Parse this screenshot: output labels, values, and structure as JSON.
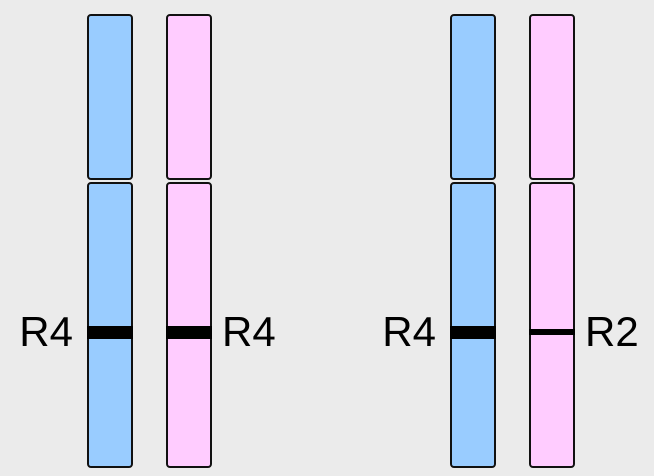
{
  "colors": {
    "background": "#ebebeb",
    "chromosome_a": "#99ccff",
    "chromosome_b": "#ffccff",
    "outline": "#111111",
    "band": "#000000"
  },
  "pairs": [
    {
      "left": {
        "color": "chromosome_a",
        "label": "R4"
      },
      "right": {
        "color": "chromosome_b",
        "label": "R4"
      }
    },
    {
      "left": {
        "color": "chromosome_a",
        "label": "R4"
      },
      "right": {
        "color": "chromosome_b",
        "label": "R2"
      }
    }
  ]
}
